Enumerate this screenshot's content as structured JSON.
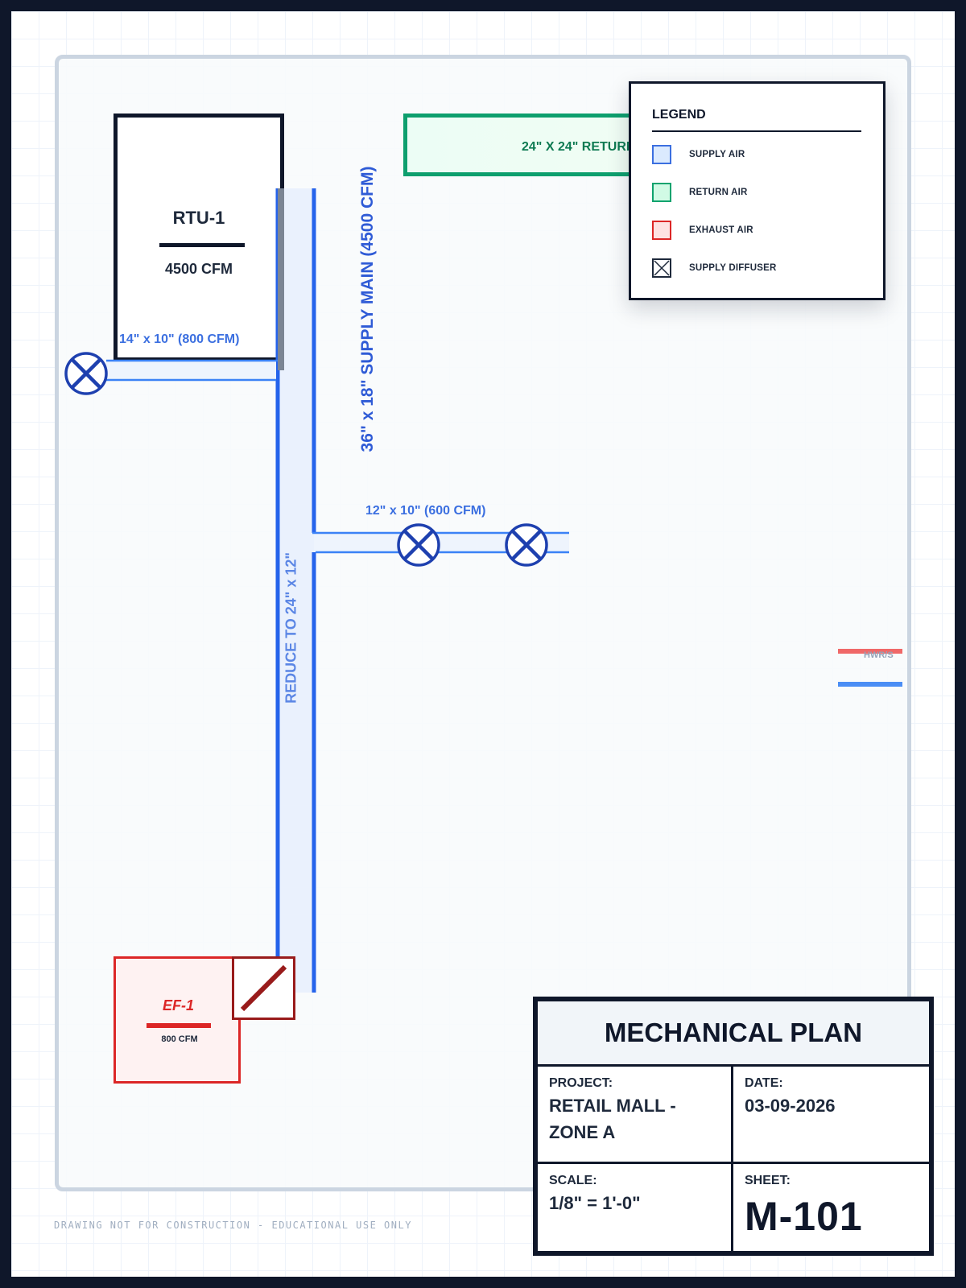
{
  "drawing": {
    "title": "MECHANICAL PLAN",
    "disclaimer": "DRAWING NOT FOR CONSTRUCTION - EDUCATIONAL USE ONLY"
  },
  "equipment": {
    "rtu": {
      "name": "RTU-1",
      "cfm": "4500 CFM"
    },
    "exhaust_fan": {
      "name": "EF-1",
      "cfm": "800 CFM"
    }
  },
  "ducts": {
    "supply_main_label": "36\" x 18\" SUPPLY MAIN (4500 CFM)",
    "reduce_label": "REDUCE TO 24\" x 12\"",
    "branch_west_label": "14\" x 10\" (800 CFM)",
    "branch_east_label": "12\" x 10\" (600 CFM)",
    "return_label": "24\" X 24\" RETURN",
    "hot_water_label": "HWR/S"
  },
  "legend": {
    "title": "LEGEND",
    "items": [
      {
        "label": "SUPPLY AIR",
        "icon": "supply-air-swatch",
        "border": "#3b6fe0",
        "fill": "#dbeafe"
      },
      {
        "label": "RETURN AIR",
        "icon": "return-air-swatch",
        "border": "#10a36e",
        "fill": "#d1fae5"
      },
      {
        "label": "EXHAUST AIR",
        "icon": "exhaust-air-swatch",
        "border": "#dc2626",
        "fill": "#fee2e2"
      },
      {
        "label": "SUPPLY DIFFUSER",
        "icon": "diffuser-x-icon",
        "border": "#1e293b",
        "fill": "#ffffff"
      }
    ]
  },
  "title_block": {
    "project_label": "PROJECT:",
    "project_value_line1": "RETAIL MALL -",
    "project_value_line2": "ZONE A",
    "date_label": "DATE:",
    "date_value": "03-09-2026",
    "scale_label": "SCALE:",
    "scale_value": "1/8\" = 1'-0\"",
    "sheet_label": "SHEET:",
    "sheet_value": "M-101"
  },
  "colors": {
    "supply": "#2563eb",
    "supply_fill": "#eaf1fd",
    "return": "#0e9f6e",
    "exhaust": "#dc2626",
    "diffuser": "#1e40af",
    "ink": "#0f172a"
  }
}
